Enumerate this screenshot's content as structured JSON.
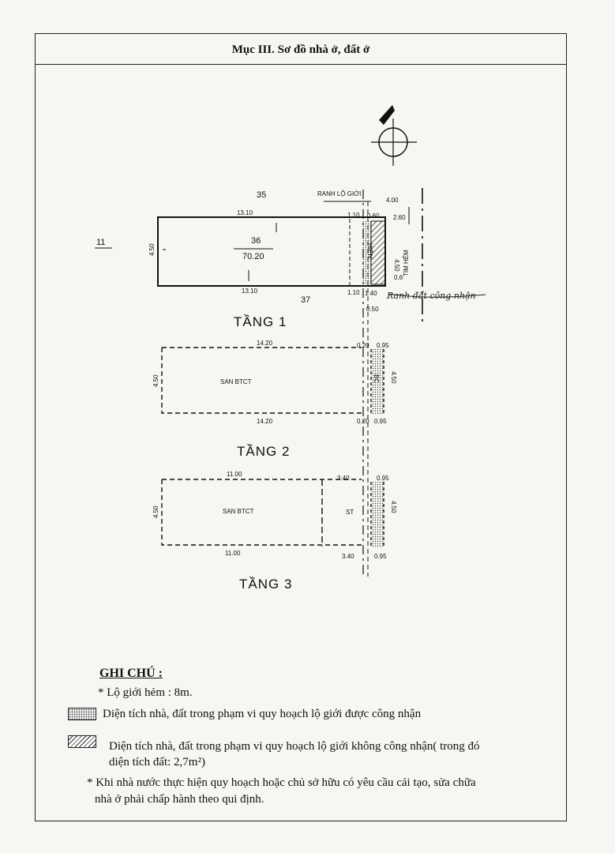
{
  "header": {
    "title": "Mục III. Sơ đồ nhà ở, đất ở"
  },
  "floor1": {
    "label": "TẦNG 1",
    "lot_no": "36",
    "area": "70.20",
    "north_neighbor": "35",
    "south_neighbor": "37",
    "west_neighbor": "11",
    "dim_top": "13.10",
    "dim_bottom": "13.10",
    "dim_left": "4.50",
    "dim_right": "4.50",
    "dim_top_strip": "1.10",
    "dim_bottom_strip": "1.10",
    "dim_strip_code": "0.60",
    "dim_strip_code_2": "0.6",
    "dim_lane_half": "2.60",
    "dim_lane_total": "4.00",
    "dim_bottom_small": "1.40",
    "dim_below": "0.50",
    "label_ranh_lo_gioi": "RANH LỘ GIỚI",
    "label_hien": "HIÊN",
    "label_tim_hem": "TIM HẺM",
    "label_ranh_dat": "Ranh đất công nhận"
  },
  "floor2": {
    "label": "TẦNG 2",
    "slab": "SAN BTCT",
    "dim_top": "14.20",
    "dim_bottom": "14.20",
    "dim_left": "4.50",
    "dim_right": "4.50",
    "dim_top_small": "0.20",
    "dim_top_balcony": "0.95",
    "dim_bottom_small": "0.20",
    "dim_bottom_balcony": "0.95",
    "label_bc": "BC"
  },
  "floor3": {
    "label": "TẦNG 3",
    "slab": "SAN BTCT",
    "roof": "ST",
    "dim_top": "11.00",
    "dim_bottom": "11.00",
    "dim_left": "4.50",
    "dim_right": "4.50",
    "dim_top_st": "3.40",
    "dim_top_balcony": "0.95",
    "dim_bottom_st": "3.40",
    "dim_bottom_balcony": "0.95"
  },
  "notes": {
    "title": "GHI CHÚ :",
    "lo_gioi": "* Lộ giới hẻm : 8m.",
    "legend_dotted": "Diện  tích nhà, đất trong phạm vi quy hoạch lộ giới được công nhận",
    "legend_hatched_1": "Diện  tích nhà, đất trong phạm vi quy hoạch lộ giới không công nhận( trong đó",
    "legend_hatched_2": "diện tích đất: 2,7m²)",
    "rule_1": "* Khi nhà nước thực hiện quy hoạch hoặc chủ sở hữu có yêu cầu cải tạo, sửa chữa",
    "rule_2": "nhà ở phải chấp hành theo qui định."
  },
  "colors": {
    "ink": "#111111",
    "paper": "#f7f6f2"
  }
}
